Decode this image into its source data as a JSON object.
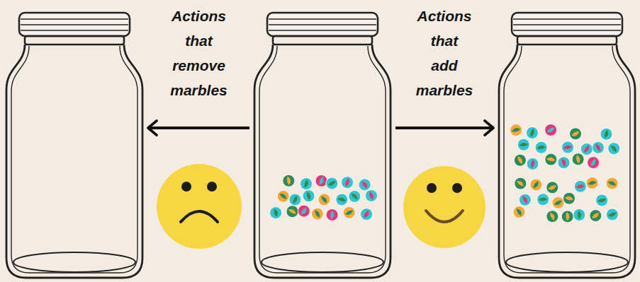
{
  "diagram": {
    "nodes": [
      {
        "text": []
      },
      {
        "text": []
      },
      {
        "text": []
      }
    ],
    "edges": [
      {
        "from": 1,
        "to": 0,
        "arrow": "to",
        "label": "Actions that remove marbles"
      },
      {
        "from": 1,
        "to": 2,
        "arrow": "to",
        "label": "Actions that add marbles"
      }
    ]
  }
}
